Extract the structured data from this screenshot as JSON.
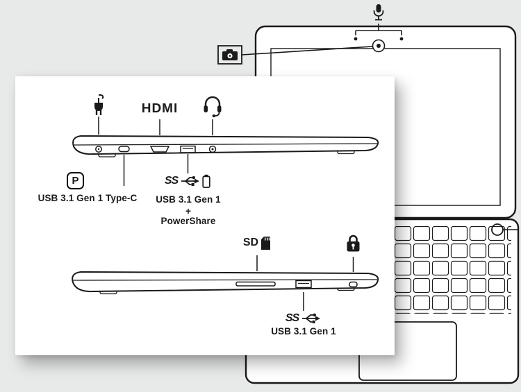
{
  "canvas": {
    "background_color": "#e8e9e9",
    "line_color": "#1a1a1a"
  },
  "front_view": {
    "icons": {
      "microphone": "microphone-icon",
      "camera": "camera-icon",
      "webcam": "webcam-lens-circle",
      "power_button_callout": "circle-callout"
    }
  },
  "panel": {
    "top": {
      "hdmi_text": "HDMI",
      "dp_letter": "P",
      "typec_label": "USB 3.1 Gen 1 Type-C",
      "ss_text": "SS",
      "powershare_label": {
        "l1": "USB 3.1 Gen 1",
        "l2": "+",
        "l3": "PowerShare"
      },
      "icons": {
        "power": "power-plug-icon",
        "hdmi": "hdmi-logo",
        "headset": "headset-icon",
        "displayport": "displayport-icon",
        "superspeed": "superspeed-usb-icon",
        "battery": "powershare-battery-icon"
      }
    },
    "bottom": {
      "sd_label": "SD",
      "ss_text": "SS",
      "usb_label": "USB 3.1 Gen 1",
      "icons": {
        "sd": "sd-card-icon",
        "lock": "security-lock-icon",
        "superspeed": "superspeed-usb-icon"
      }
    }
  }
}
